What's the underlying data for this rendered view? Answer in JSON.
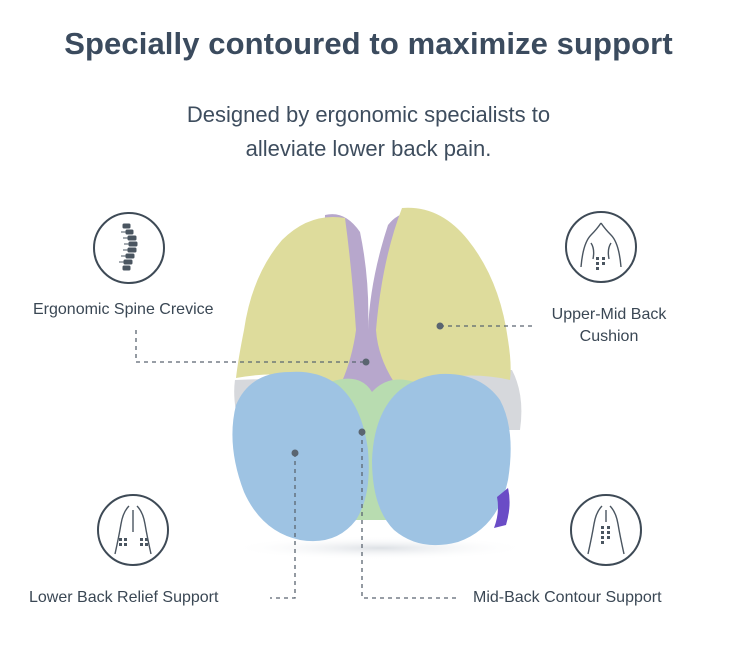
{
  "header": {
    "title": "Specially contoured to maximize support",
    "subtitle_line1": "Designed by ergonomic specialists to",
    "subtitle_line2": "alleviate lower back pain."
  },
  "callouts": {
    "spine_crevice": "Ergonomic Spine Crevice",
    "upper_mid_line1": "Upper-Mid Back",
    "upper_mid_line2": "Cushion",
    "lower_back": "Lower Back Relief Support",
    "mid_back": "Mid-Back Contour Support"
  },
  "colors": {
    "upper_pads": "#dedc9c",
    "spine_crevice": "#b7a7cc",
    "lower_pads": "#9ec3e3",
    "mid_contour": "#b8dcb0",
    "tag": "#6a4cc6",
    "line": "#5a6570"
  }
}
